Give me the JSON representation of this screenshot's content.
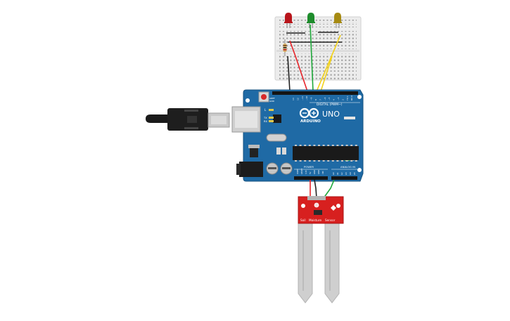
{
  "board": {
    "brand": "ARDUINO",
    "model": "UNO",
    "digital_label": "DIGITAL (PWM~)",
    "power_label": "POWER",
    "analog_label": "ANALOG IN",
    "aref_label": "AREF",
    "gnd_label": "GND",
    "ioref_label": "IOREF",
    "reset_label": "RESET",
    "v33_label": "3.3V",
    "v5_label": "5V",
    "vin_label": "VIN",
    "tx_label": "TX",
    "rx_label": "RX",
    "l_label": "L",
    "on_label": "ON",
    "digital_pins": [
      "13",
      "12",
      "~11",
      "~10",
      "~9",
      "8",
      "7",
      "~6",
      "~5",
      "4",
      "~3",
      "2",
      "TX 1",
      "RX 0"
    ],
    "analog_pins": [
      "A0",
      "A1",
      "A2",
      "A3",
      "A4",
      "A5"
    ]
  },
  "sensor": {
    "label_soil": "Soil",
    "label_moisture": "Moisture",
    "label_sensor": "Sensor"
  },
  "leds": [
    {
      "name": "red-led",
      "color": "#b8141a"
    },
    {
      "name": "green-led",
      "color": "#1e8c2c"
    },
    {
      "name": "yellow-led",
      "color": "#a68a12"
    }
  ],
  "wire_colors": {
    "red": "#e8242a",
    "green": "#1ea83a",
    "yellow": "#f2d21a",
    "black": "#222222"
  },
  "colors": {
    "board": "#1f6aa5",
    "breadboard": "#ededed",
    "sensor_pcb": "#d7201f",
    "probe": "#cfcfcf"
  }
}
